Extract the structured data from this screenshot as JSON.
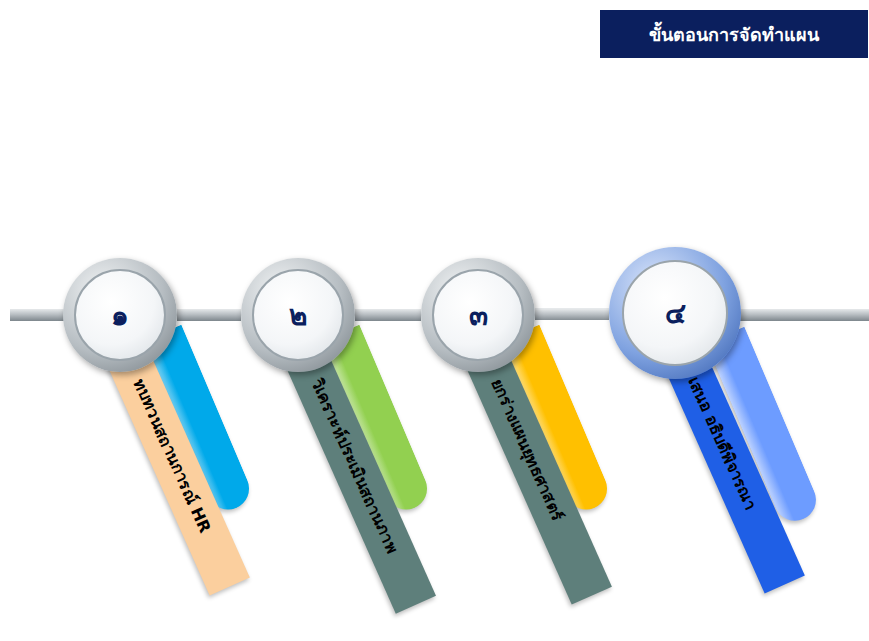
{
  "diagram": {
    "title": "ขั้นตอนการจัดทำแผน",
    "nodes": [
      {
        "text": [
          "๑",
          "ทบทวนสถานการณ์ HR"
        ]
      },
      {
        "text": [
          "๒",
          "วิเคราะห์ประเมินสถานภาพ"
        ]
      },
      {
        "text": [
          "๓",
          "ยกร่างแผนยุทธศาสตร์"
        ]
      },
      {
        "text": [
          "๔",
          "เสนอ อธิบดีพิจารณา"
        ]
      }
    ],
    "edges": [
      {
        "from": 0,
        "to": 1,
        "arrow": "none"
      },
      {
        "from": 1,
        "to": 2,
        "arrow": "none"
      },
      {
        "from": 2,
        "to": 3,
        "arrow": "none"
      }
    ]
  }
}
